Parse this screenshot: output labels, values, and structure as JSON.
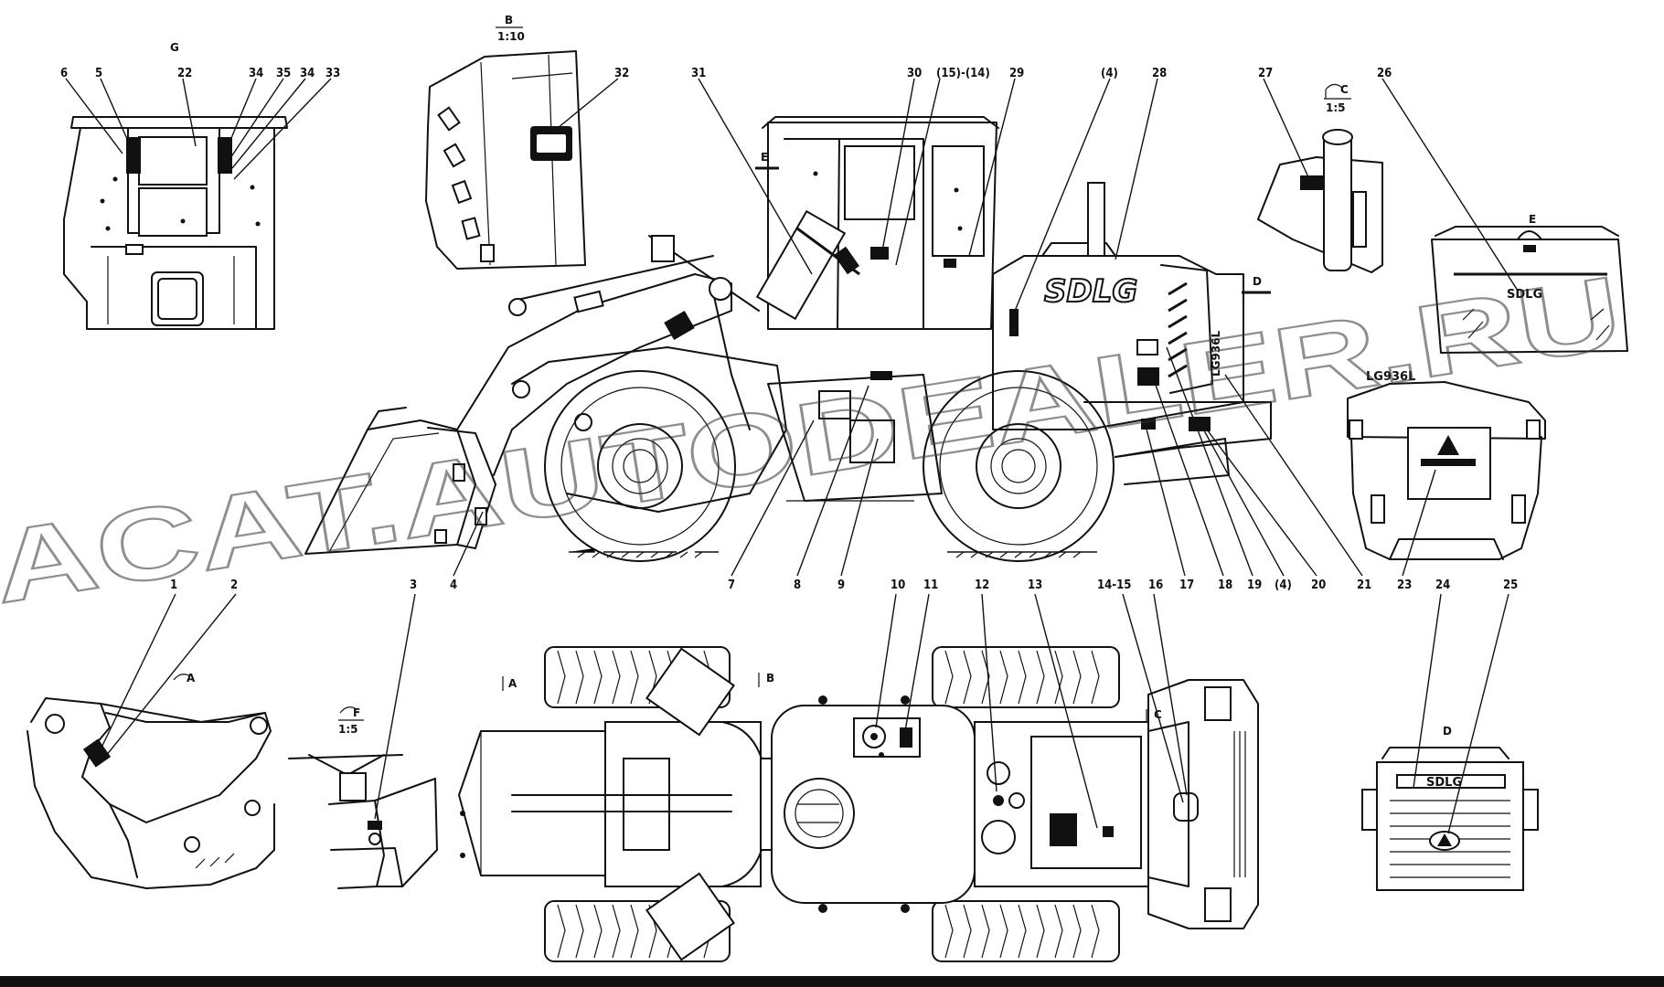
{
  "watermark": "ACAT.AUTODEALER.RU",
  "brand": {
    "logo_text": "SDLG",
    "model_text": "LG936L"
  },
  "view_labels": {
    "G": "G",
    "B": "B",
    "B_scale": "1:10",
    "C": "C",
    "C_scale": "1:5",
    "E": "E",
    "D": "D",
    "A": "A",
    "F": "F",
    "F_scale": "1:5"
  },
  "section_marks": {
    "E_arrow": "E",
    "D_arrow": "D",
    "A_arrow": "A",
    "B_arrow": "B",
    "C_arrow": "C",
    "F_arrow": "F",
    "G_arrow": "G"
  },
  "callouts": {
    "c6": "6",
    "c5": "5",
    "c22": "22",
    "c34a": "34",
    "c35": "35",
    "c34b": "34",
    "c33": "33",
    "c32": "32",
    "c31": "31",
    "c30": "30",
    "c15_14": "(15)-(14)",
    "c29": "29",
    "c4p": "(4)",
    "c28": "28",
    "c27": "27",
    "c26": "26",
    "c4": "4",
    "c7": "7",
    "c8": "8",
    "c9": "9",
    "c17": "17",
    "c18": "18",
    "c19": "19",
    "c4q": "(4)",
    "c20": "20",
    "c21": "21",
    "c23": "23",
    "c1": "1",
    "c2": "2",
    "c3": "3",
    "c10": "10",
    "c11": "11",
    "c12": "12",
    "c13": "13",
    "c14_15": "14-15",
    "c16": "16",
    "c24": "24",
    "c25": "25"
  }
}
